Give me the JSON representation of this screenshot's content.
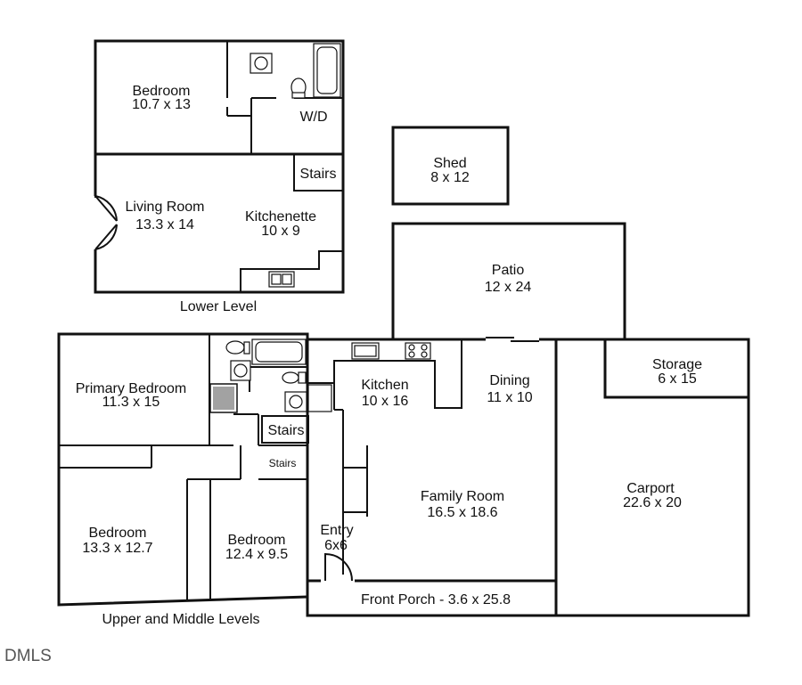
{
  "rooms": {
    "lower_bedroom": {
      "name": "Bedroom",
      "dims": "10.7 x 13"
    },
    "wd": {
      "name": "W/D"
    },
    "lower_stairs": {
      "name": "Stairs"
    },
    "living_room": {
      "name": "Living Room",
      "dims": "13.3 x 14"
    },
    "kitchenette": {
      "name": "Kitchenette",
      "dims": "10 x 9"
    },
    "shed": {
      "name": "Shed",
      "dims": "8 x 12"
    },
    "patio": {
      "name": "Patio",
      "dims": "12 x 24"
    },
    "primary_bedroom": {
      "name": "Primary Bedroom",
      "dims": "11.3 x 15"
    },
    "kitchen": {
      "name": "Kitchen",
      "dims": "10 x 16"
    },
    "dining": {
      "name": "Dining",
      "dims": "11 x 10"
    },
    "storage": {
      "name": "Storage",
      "dims": "6 x 15"
    },
    "upper_stairs": {
      "name": "Stairs"
    },
    "middle_stairs": {
      "name": "Stairs"
    },
    "family_room": {
      "name": "Family Room",
      "dims": "16.5 x 18.6"
    },
    "carport": {
      "name": "Carport",
      "dims": "22.6 x 20"
    },
    "bedroom_2": {
      "name": "Bedroom",
      "dims": "13.3 x 12.7"
    },
    "bedroom_3": {
      "name": "Bedroom",
      "dims": "12.4 x 9.5"
    },
    "entry": {
      "name": "Entry",
      "dims": "6x6"
    },
    "front_porch": {
      "name": "Front Porch - 3.6 x 25.8"
    }
  },
  "captions": {
    "lower_level": "Lower Level",
    "upper_middle": "Upper and Middle Levels"
  },
  "watermark": "DMLS"
}
